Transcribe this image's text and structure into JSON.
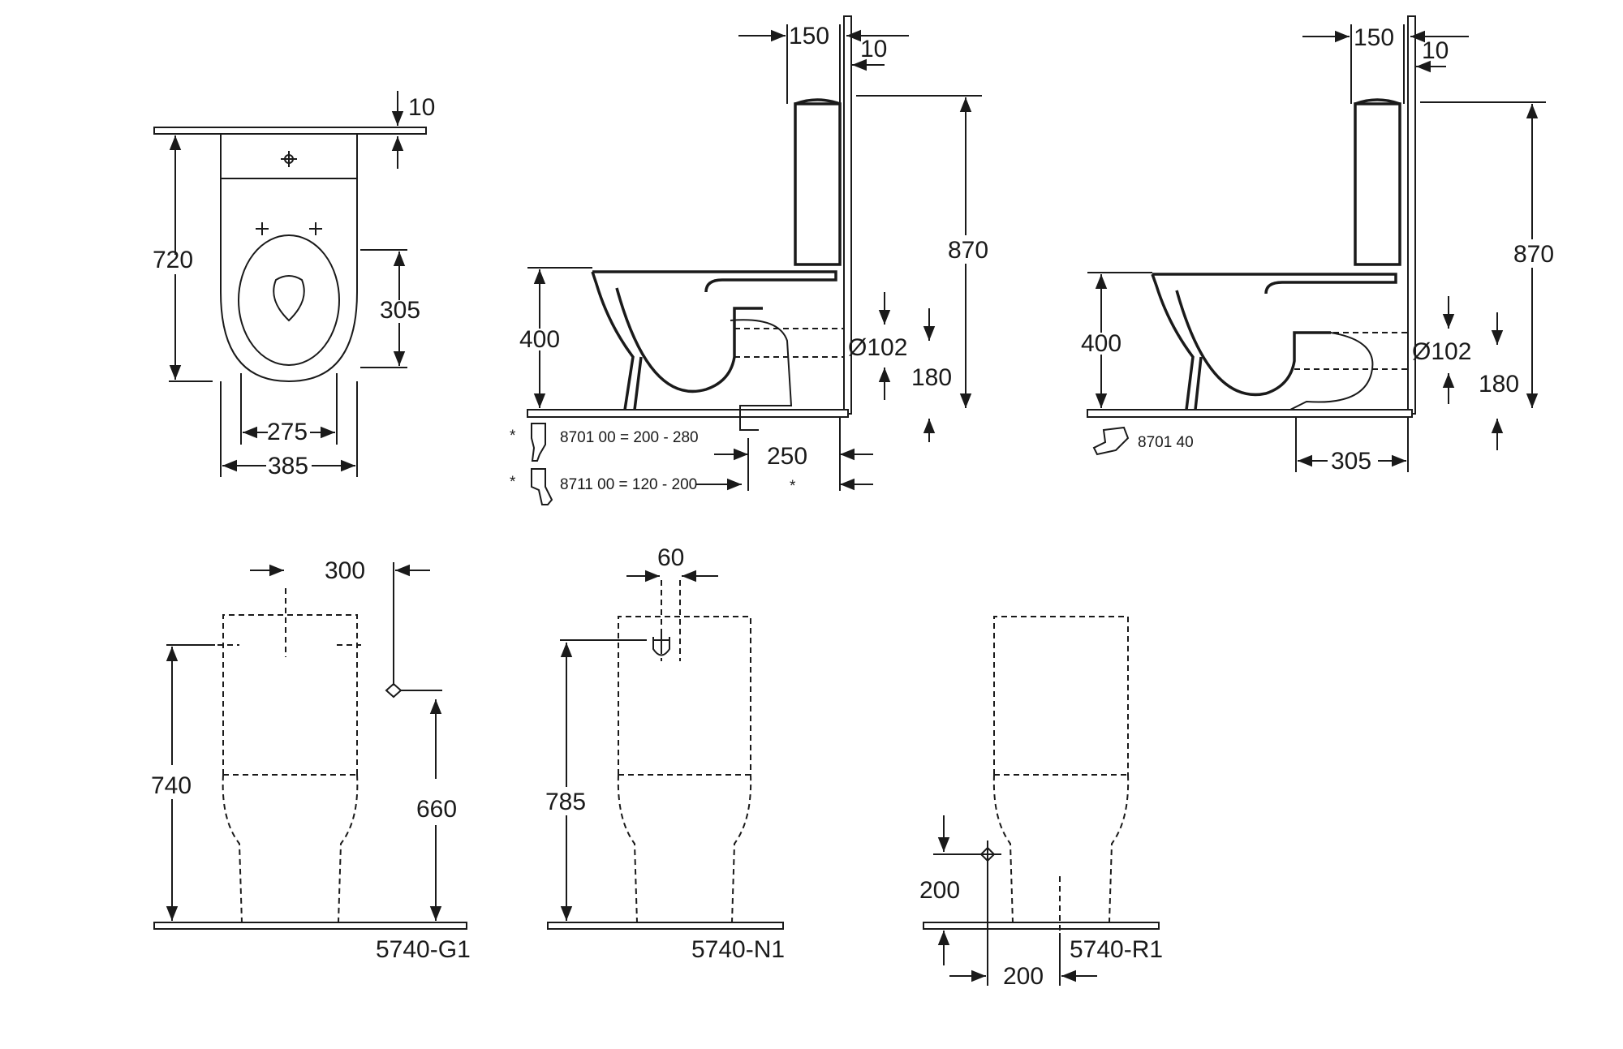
{
  "top_view": {
    "dims": {
      "d10": "10",
      "d720": "720",
      "d305": "305",
      "d275": "275",
      "d385": "385"
    }
  },
  "side_view_1": {
    "dims": {
      "d150": "150",
      "d10": "10",
      "d870": "870",
      "d400": "400",
      "d102": "Ø102",
      "d180": "180",
      "d250": "250"
    },
    "footnote_mark": "*",
    "notes": [
      "8701 00 = 200 - 280",
      "8711 00 = 120 - 200"
    ]
  },
  "side_view_2": {
    "dims": {
      "d150": "150",
      "d10": "10",
      "d870": "870",
      "d400": "400",
      "d102": "Ø102",
      "d180": "180",
      "d305": "305"
    },
    "note": "8701 40"
  },
  "front_views": [
    {
      "dims": {
        "d300": "300",
        "d740": "740",
        "d660": "660"
      },
      "model": "5740-G1"
    },
    {
      "dims": {
        "d60": "60",
        "d785": "785"
      },
      "model": "5740-N1"
    },
    {
      "dims": {
        "d200a": "200",
        "d200b": "200"
      },
      "model": "5740-R1"
    }
  ]
}
